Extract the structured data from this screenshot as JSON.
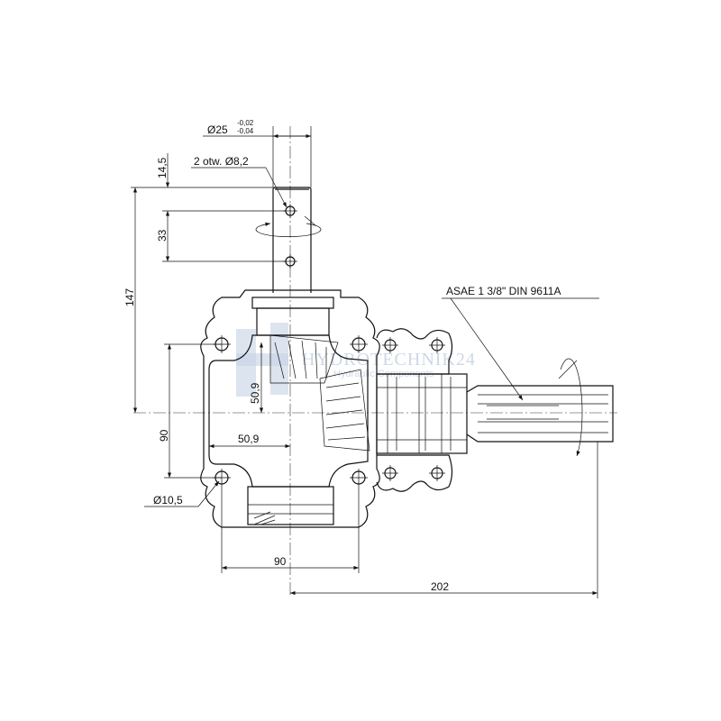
{
  "drawing": {
    "dimensions": {
      "shaft_diameter": "Ø25",
      "shaft_tol_upper": "-0,02",
      "shaft_tol_lower": "-0,04",
      "holes_note": "2 otw. Ø8,2",
      "dim_14_5": "14,5",
      "dim_33": "33",
      "dim_147": "147",
      "dim_90_vertical": "90",
      "dim_50_9_vertical": "50,9",
      "dim_50_9_horizontal": "50,9",
      "mount_hole": "Ø10,5",
      "dim_90_horizontal": "90",
      "dim_202": "202"
    },
    "shaft_spec": "ASAE  1 3/8\"  DIN 9611A"
  },
  "watermark": {
    "brand": "HYDROTECHNIK24",
    "tagline": "Hydraulic Components"
  }
}
